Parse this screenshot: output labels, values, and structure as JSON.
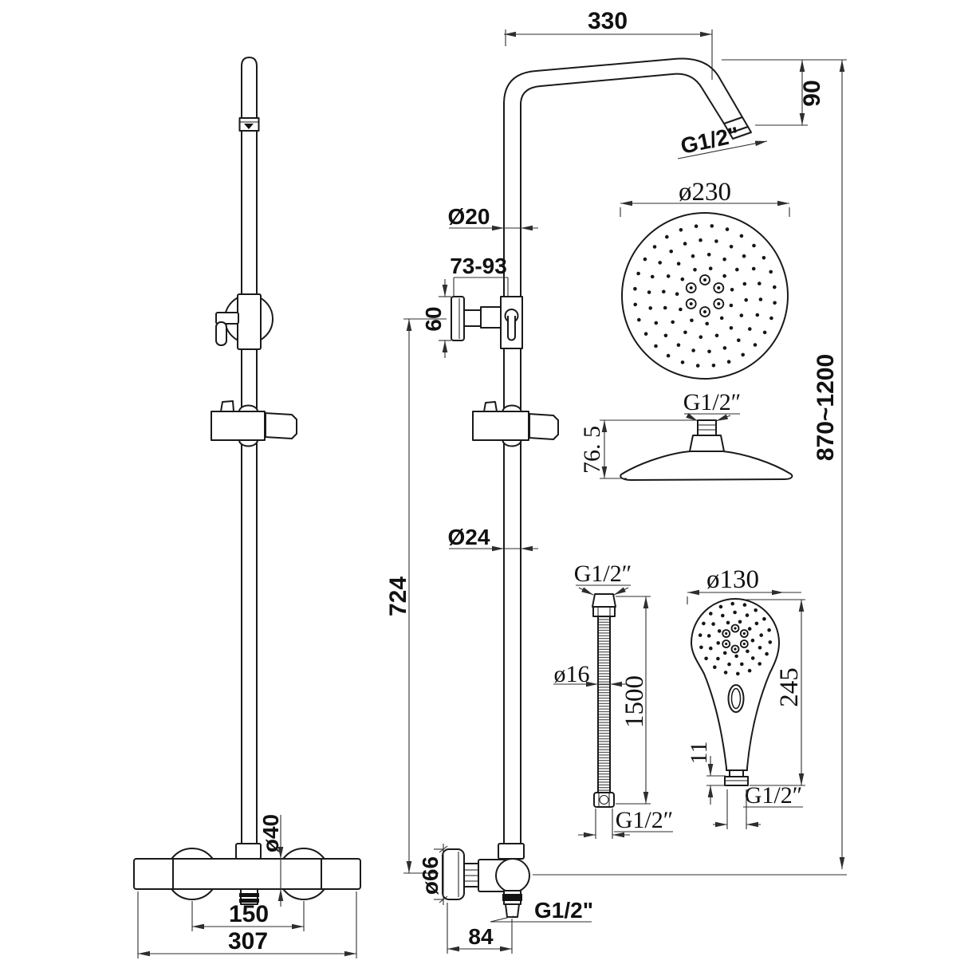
{
  "dimensions": {
    "shower_arm": {
      "length": "330",
      "height": "90",
      "thread": "G1/2\""
    },
    "overhead_shower": {
      "diameter": "ø230",
      "thread": "G1/2″",
      "height": "76. 5"
    },
    "column": {
      "overall_height": "870~1200",
      "upper_pipe_diameter": "Ø20",
      "bracket_range": "73-93",
      "bracket_size": "60",
      "lower_pipe_diameter": "Ø24",
      "pipe_length": "724"
    },
    "hose": {
      "top_thread": "G1/2″",
      "diameter": "ø16",
      "length": "1500",
      "bottom_thread": "G1/2″"
    },
    "hand_shower": {
      "diameter": "ø130",
      "length": "245",
      "connector_height": "11",
      "thread": "G1/2″"
    },
    "valve": {
      "escutcheon_diameter": "ø66",
      "outlet_thread": "G1/2\"",
      "outlet_offset": "84",
      "inlet_spacing": "150",
      "total_width": "307",
      "body_diameter": "ø40"
    }
  }
}
